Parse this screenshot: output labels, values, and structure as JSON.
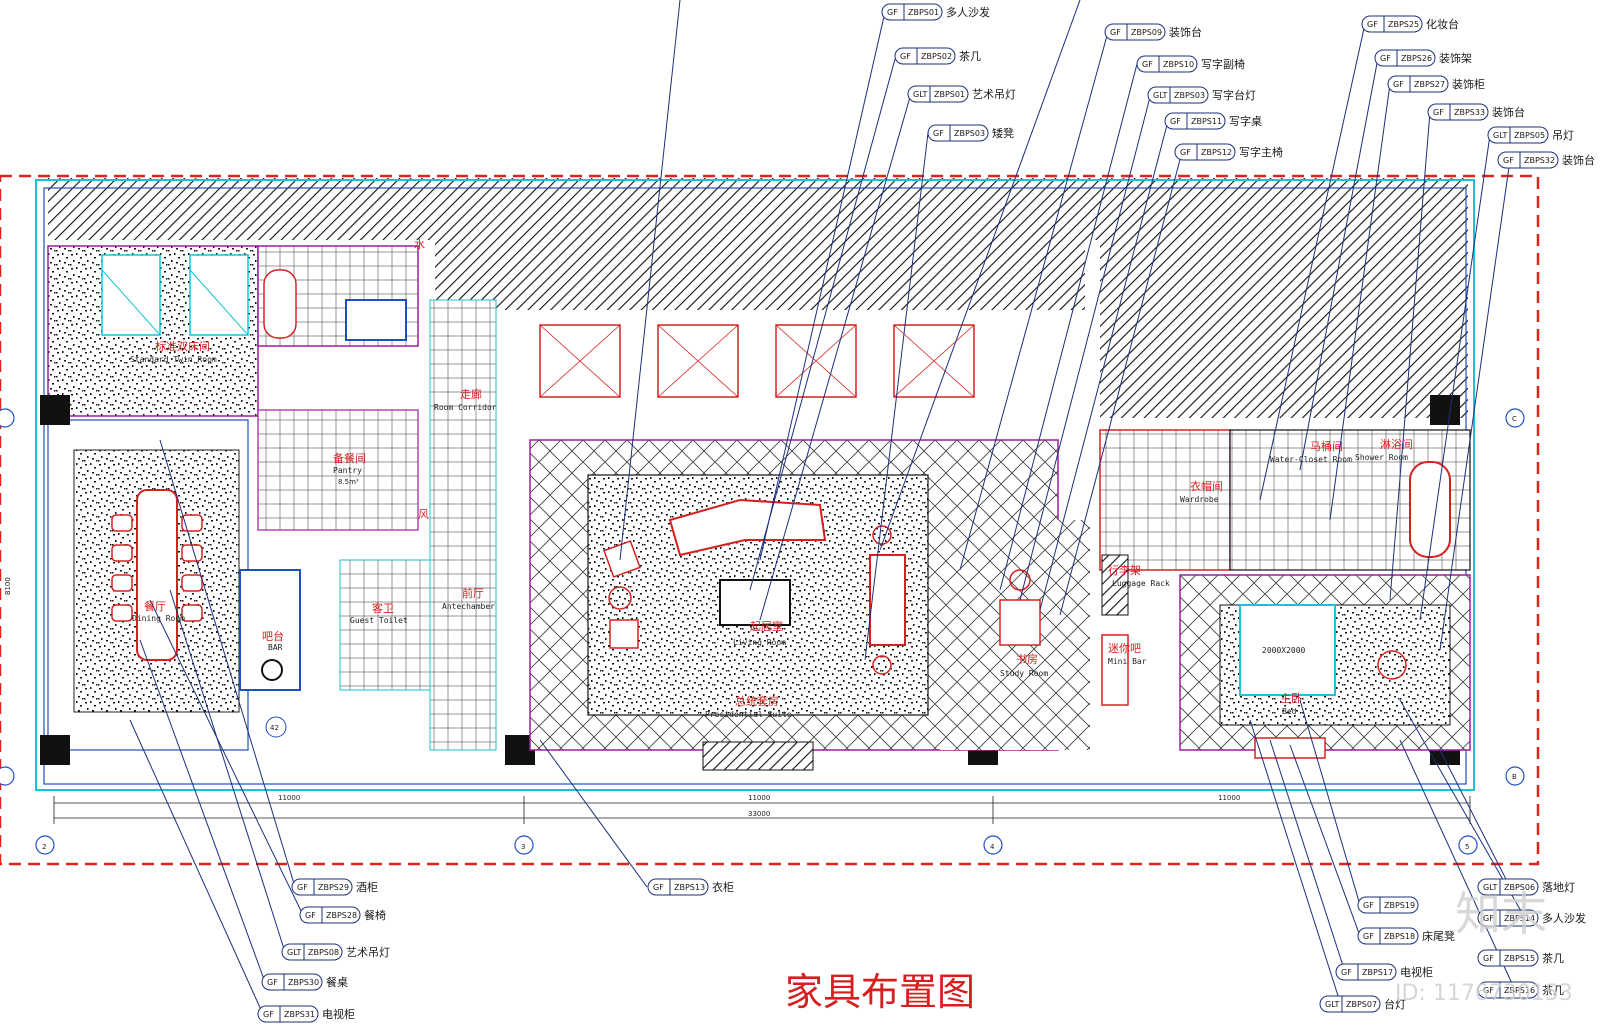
{
  "colors": {
    "red": "#e0241c",
    "cyan": "#19c2d6",
    "purple": "#a01c9c",
    "blue": "#1f4fbf",
    "navy": "#1d2f7a",
    "black": "#111111",
    "grey": "#8a8a8a"
  },
  "title": "家具布置图",
  "watermark": {
    "logo": "知末",
    "id": "ID: 1176730153"
  },
  "rooms": [
    {
      "zh": "标准双床间",
      "en": "Standard Twin Room"
    },
    {
      "zh": "餐厅",
      "en": "Dining Room"
    },
    {
      "zh": "吧台",
      "en": "BAR"
    },
    {
      "zh": "备餐间",
      "en": "Pantry",
      "area": "8.5m²"
    },
    {
      "zh": "客卫",
      "en": "Guest Toilet"
    },
    {
      "zh": "走廊",
      "en": "Room Corridor"
    },
    {
      "zh": "前厅",
      "en": "Antechamber"
    },
    {
      "zh": "起居室",
      "en": "Living Room"
    },
    {
      "zh": "总统套房",
      "en": "Presidential Suite"
    },
    {
      "zh": "书房",
      "en": "Study Room"
    },
    {
      "zh": "衣帽间",
      "en": "Wardrobe"
    },
    {
      "zh": "马桶间",
      "en": "Water-Closet Room"
    },
    {
      "zh": "淋浴间",
      "en": "Shower Room"
    },
    {
      "zh": "行李架",
      "en": "Luggage Rack"
    },
    {
      "zh": "迷你吧",
      "en": "Mini Bar"
    },
    {
      "zh": "主卧",
      "en": "Bed"
    },
    {
      "zh": "",
      "en": "2000X2000"
    }
  ],
  "misc_labels": {
    "water": "水",
    "wind": "风",
    "dim_8100": "8100",
    "bubble": "42"
  },
  "dims": {
    "d1": "11000",
    "d2": "11000",
    "d3": "11000",
    "total": "33000"
  },
  "axes": {
    "row_c": "C",
    "row_b": "B",
    "col2": "2",
    "col3": "3",
    "col4": "4",
    "col5": "5"
  },
  "tags_top": [
    {
      "type": "GF",
      "code": "ZBPS01",
      "label": "多人沙发"
    },
    {
      "type": "GF",
      "code": "ZBPS02",
      "label": "茶几"
    },
    {
      "type": "GLT",
      "code": "ZBPS01",
      "label": "艺术吊灯"
    },
    {
      "type": "GF",
      "code": "ZBPS03",
      "label": "矮凳"
    },
    {
      "type": "GF",
      "code": "ZBPS09",
      "label": "装饰台"
    },
    {
      "type": "GF",
      "code": "ZBPS10",
      "label": "写字副椅"
    },
    {
      "type": "GLT",
      "code": "ZBPS03",
      "label": "写字台灯"
    },
    {
      "type": "GF",
      "code": "ZBPS11",
      "label": "写字桌"
    },
    {
      "type": "GF",
      "code": "ZBPS12",
      "label": "写字主椅"
    },
    {
      "type": "GF",
      "code": "ZBPS25",
      "label": "化妆台"
    },
    {
      "type": "GF",
      "code": "ZBPS26",
      "label": "装饰架"
    },
    {
      "type": "GF",
      "code": "ZBPS27",
      "label": "装饰柜"
    },
    {
      "type": "GF",
      "code": "ZBPS33",
      "label": "装饰台"
    },
    {
      "type": "GLT",
      "code": "ZBPS05",
      "label": "吊灯"
    },
    {
      "type": "GF",
      "code": "ZBPS32",
      "label": "装饰台"
    }
  ],
  "tags_bottom_left": [
    {
      "type": "GF",
      "code": "ZBPS29",
      "label": "酒柜"
    },
    {
      "type": "GF",
      "code": "ZBPS28",
      "label": "餐椅"
    },
    {
      "type": "GLT",
      "code": "ZBPS08",
      "label": "艺术吊灯"
    },
    {
      "type": "GF",
      "code": "ZBPS30",
      "label": "餐桌"
    },
    {
      "type": "GF",
      "code": "ZBPS31",
      "label": "电视柜"
    }
  ],
  "tag_wardrobe": {
    "type": "GF",
    "code": "ZBPS13",
    "label": "衣柜"
  },
  "tags_bottom_right": [
    {
      "type": "GLT",
      "code": "ZBPS06",
      "label": "落地灯"
    },
    {
      "type": "GF",
      "code": "ZBPS14",
      "label": "多人沙发"
    },
    {
      "type": "GF",
      "code": "ZBPS19",
      "label": ""
    },
    {
      "type": "GF",
      "code": "ZBPS18",
      "label": "床尾凳"
    },
    {
      "type": "GF",
      "code": "ZBPS17",
      "label": "电视柜"
    },
    {
      "type": "GLT",
      "code": "ZBPS07",
      "label": "台灯"
    },
    {
      "type": "GF",
      "code": "ZBPS15",
      "label": "茶几"
    },
    {
      "type": "GF",
      "code": "ZBPS16",
      "label": "茶几"
    }
  ]
}
